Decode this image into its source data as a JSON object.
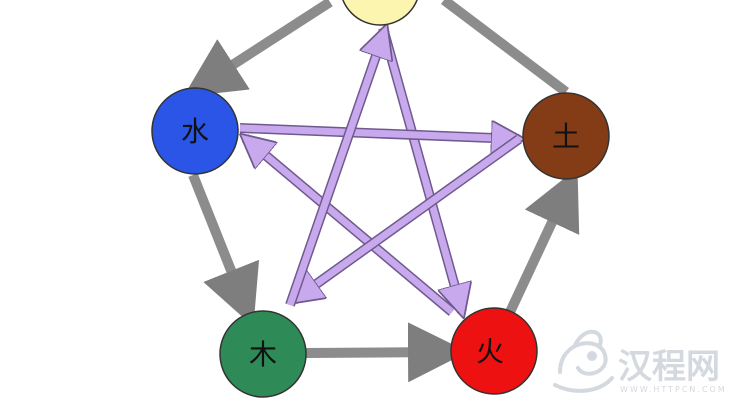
{
  "nodes": {
    "top": {
      "label": "",
      "color": "#fbf5b0"
    },
    "water": {
      "label": "水",
      "color": "#2a55e6"
    },
    "earth": {
      "label": "土",
      "color": "#843c17"
    },
    "wood": {
      "label": "木",
      "color": "#2e8b57"
    },
    "fire": {
      "label": "火",
      "color": "#ee1111"
    }
  },
  "colors": {
    "generating_arrow": "#8c8c8c",
    "controlling_arrow": "#c9a9ee",
    "controlling_outline": "#6f5a8e"
  },
  "watermark": {
    "text": "汉程网",
    "sub": "WWW.HTTPCN.COM",
    "icon": "dragon-logo-icon"
  }
}
